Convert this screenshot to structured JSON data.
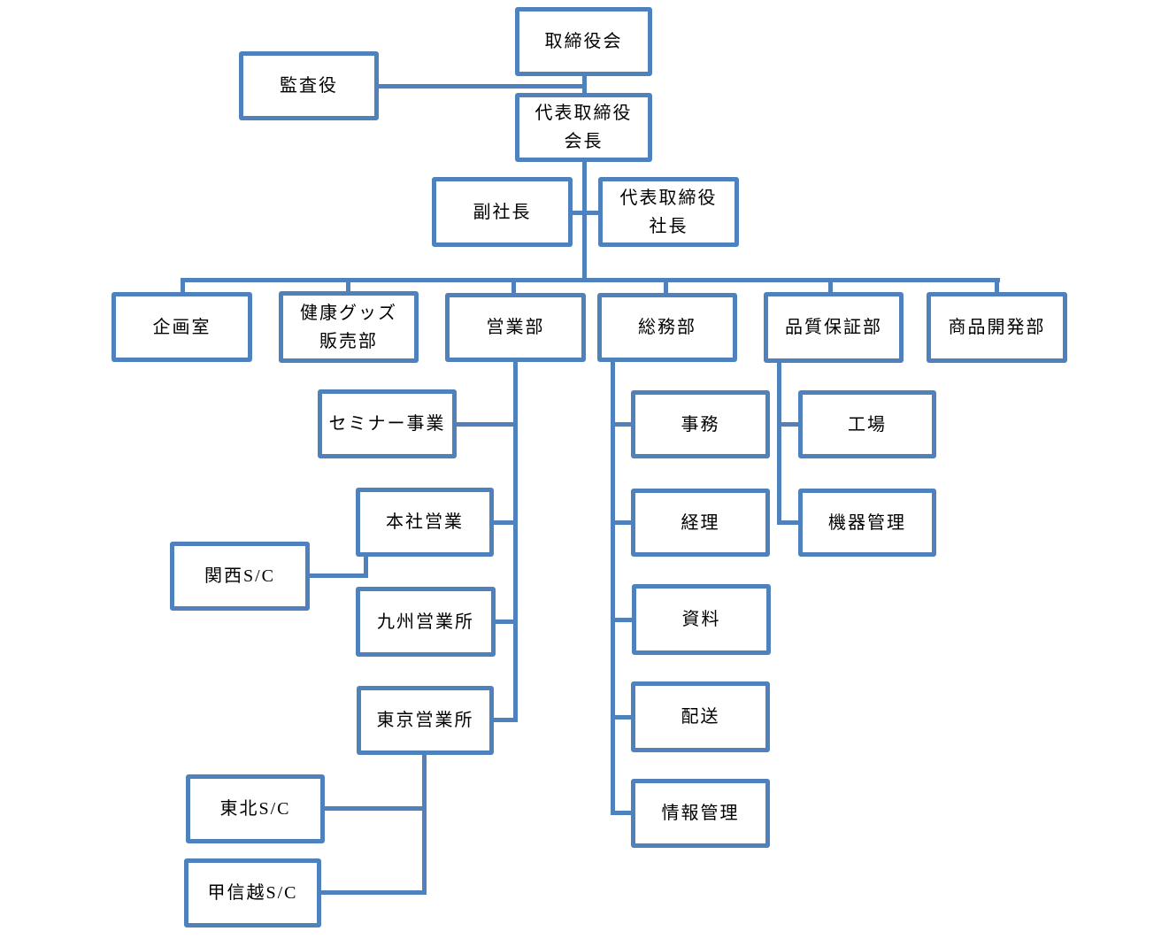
{
  "diagram": {
    "type": "org-chart",
    "language": "ja",
    "colors": {
      "box_border": "#4f81bd",
      "connector_line": "#4f81bd",
      "text": "#000000",
      "background": "#ffffff"
    },
    "nodes": [
      {
        "id": "board",
        "label": "取締役会",
        "parent": null
      },
      {
        "id": "auditor",
        "label": "監査役",
        "parent": "board",
        "relation": "side"
      },
      {
        "id": "chairman",
        "label": "代表取締役\n会長",
        "parent": "board"
      },
      {
        "id": "vice-president",
        "label": "副社長",
        "parent": "chairman",
        "relation": "side"
      },
      {
        "id": "president",
        "label": "代表取締役\n社長",
        "parent": "chairman"
      },
      {
        "id": "planning-office",
        "label": "企画室",
        "parent": "president"
      },
      {
        "id": "health-goods",
        "label": "健康グッズ\n販売部",
        "parent": "president"
      },
      {
        "id": "sales-dept",
        "label": "営業部",
        "parent": "president"
      },
      {
        "id": "general-affairs",
        "label": "総務部",
        "parent": "president"
      },
      {
        "id": "quality-assurance",
        "label": "品質保証部",
        "parent": "president"
      },
      {
        "id": "product-dev",
        "label": "商品開発部",
        "parent": "president"
      },
      {
        "id": "seminar",
        "label": "セミナー事業",
        "parent": "sales-dept"
      },
      {
        "id": "hq-sales",
        "label": "本社営業",
        "parent": "sales-dept"
      },
      {
        "id": "kansai-sc",
        "label": "関西S/C",
        "parent": "hq-sales"
      },
      {
        "id": "kyushu-office",
        "label": "九州営業所",
        "parent": "sales-dept"
      },
      {
        "id": "tokyo-office",
        "label": "東京営業所",
        "parent": "sales-dept"
      },
      {
        "id": "tohoku-sc",
        "label": "東北S/C",
        "parent": "tokyo-office"
      },
      {
        "id": "koshinetsu-sc",
        "label": "甲信越S/C",
        "parent": "tokyo-office"
      },
      {
        "id": "jimu",
        "label": "事務",
        "parent": "general-affairs"
      },
      {
        "id": "keiri",
        "label": "経理",
        "parent": "general-affairs"
      },
      {
        "id": "shiryo",
        "label": "資料",
        "parent": "general-affairs"
      },
      {
        "id": "haiso",
        "label": "配送",
        "parent": "general-affairs"
      },
      {
        "id": "joho-kanri",
        "label": "情報管理",
        "parent": "general-affairs"
      },
      {
        "id": "kojo",
        "label": "工場",
        "parent": "quality-assurance"
      },
      {
        "id": "kiki-kanri",
        "label": "機器管理",
        "parent": "quality-assurance"
      }
    ]
  }
}
